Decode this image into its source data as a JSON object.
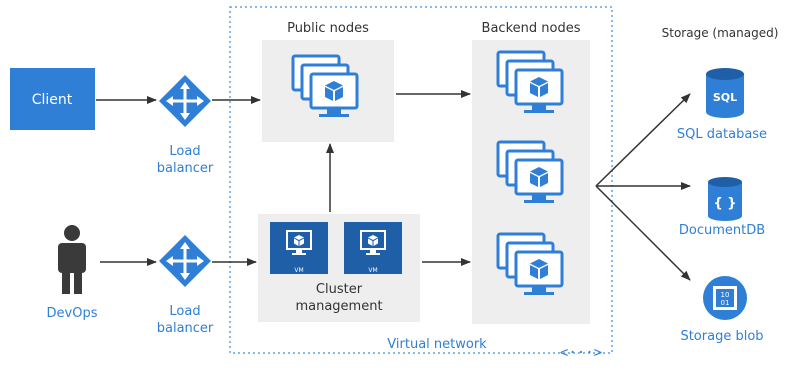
{
  "client": {
    "label": "Client"
  },
  "devops": {
    "label": "DevOps"
  },
  "load_balancers": [
    {
      "label_line1": "Load",
      "label_line2": "balancer"
    },
    {
      "label_line1": "Load",
      "label_line2": "balancer"
    }
  ],
  "public_nodes": {
    "title": "Public nodes"
  },
  "backend_nodes": {
    "title": "Backend nodes"
  },
  "cluster_management": {
    "label_line1": "Cluster",
    "label_line2": "management",
    "vm_badges": [
      "VM",
      "VM"
    ]
  },
  "virtual_network": {
    "label": "Virtual network"
  },
  "storage": {
    "title": "Storage (managed)",
    "sql_icon_text": "SQL",
    "documentdb_icon_text": "{ }",
    "blob_icon_text_line1": "10",
    "blob_icon_text_line2": "01",
    "items": [
      {
        "label": "SQL database"
      },
      {
        "label": "DocumentDB"
      },
      {
        "label": "Storage blob"
      }
    ]
  },
  "colors": {
    "primary_blue": "#2f7fd6",
    "dark_blue": "#1f5fa8",
    "panel_gray": "#eeeeee",
    "person_gray": "#3a3a3a",
    "label_blue": "#2f7fd6",
    "arrow": "#333333"
  }
}
